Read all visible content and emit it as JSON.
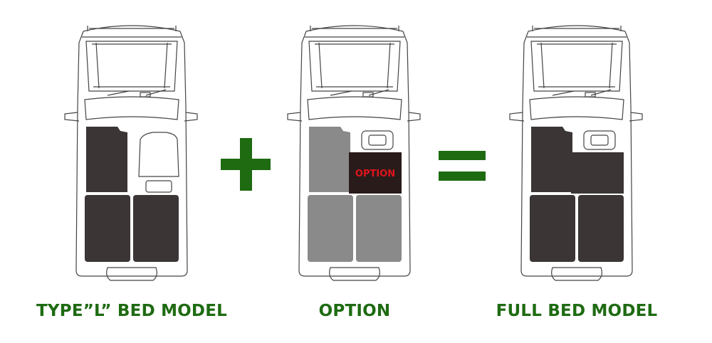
{
  "colors": {
    "accent_green": "#1e6b12",
    "bed_dark": "#3b3535",
    "bed_grey": "#8a8a8a",
    "option_panel": "#2a1b1b",
    "option_text": "#e0141b"
  },
  "panels": [
    {
      "caption": "TYPE”L” BED MODEL",
      "variant": "type-l"
    },
    {
      "caption": "OPTION",
      "variant": "option",
      "overlay_label": "OPTION"
    },
    {
      "caption": "FULL BED MODEL",
      "variant": "full"
    }
  ],
  "operators": [
    "plus",
    "equals"
  ]
}
